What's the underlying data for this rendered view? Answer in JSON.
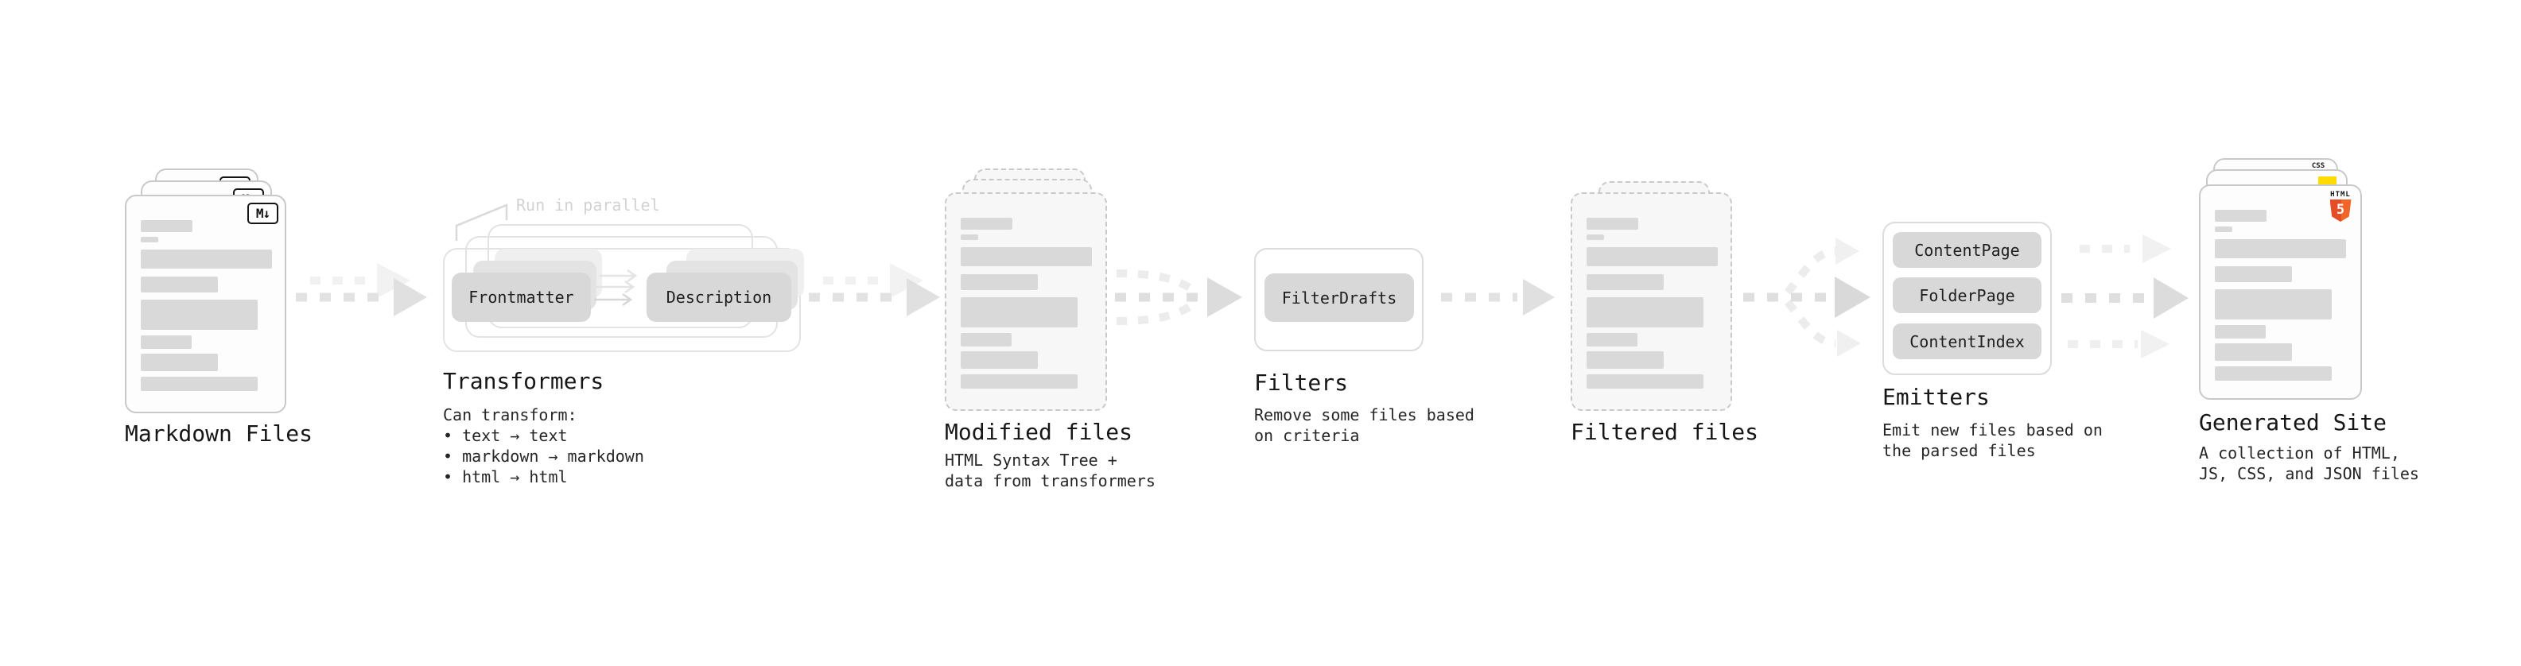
{
  "stages": {
    "markdown_files": {
      "title": "Markdown Files",
      "badge": "M↓"
    },
    "transformers": {
      "title": "Transformers",
      "annotation": "Run in parallel",
      "description_lines": [
        "Can transform:",
        "• text → text",
        "• markdown → markdown",
        "• html → html"
      ],
      "nodes": [
        "Frontmatter",
        "Description"
      ]
    },
    "modified_files": {
      "title": "Modified files",
      "description_lines": [
        "HTML Syntax Tree +",
        "data from transformers"
      ]
    },
    "filters": {
      "title": "Filters",
      "description_lines": [
        "Remove some files based",
        "on criteria"
      ],
      "nodes": [
        "FilterDrafts"
      ]
    },
    "filtered_files": {
      "title": "Filtered files"
    },
    "emitters": {
      "title": "Emitters",
      "description_lines": [
        "Emit new files based on",
        "the parsed files"
      ],
      "nodes": [
        "ContentPage",
        "FolderPage",
        "ContentIndex"
      ]
    },
    "generated_site": {
      "title": "Generated Site",
      "description_lines": [
        "A collection of HTML,",
        "JS, CSS, and JSON files"
      ],
      "badges": {
        "css_label": "CSS",
        "html_label": "HTML",
        "html_number": "5"
      }
    }
  },
  "colors": {
    "background": "#ffffff",
    "node_fill": "#d8d8d8",
    "bar_fill": "#d9d9d9",
    "arrow": "#e0e0e0",
    "arrow_dark": "#dcdcdc",
    "arrow_ghost": "#f1f1f1",
    "border_solid": "#c9c9c9",
    "html5_orange": "#e44d26",
    "js_yellow": "#ffdb00",
    "css_blue": "#2b6bf0",
    "text": "#1f1f1f",
    "annotation_gray": "#d2d2d2"
  }
}
